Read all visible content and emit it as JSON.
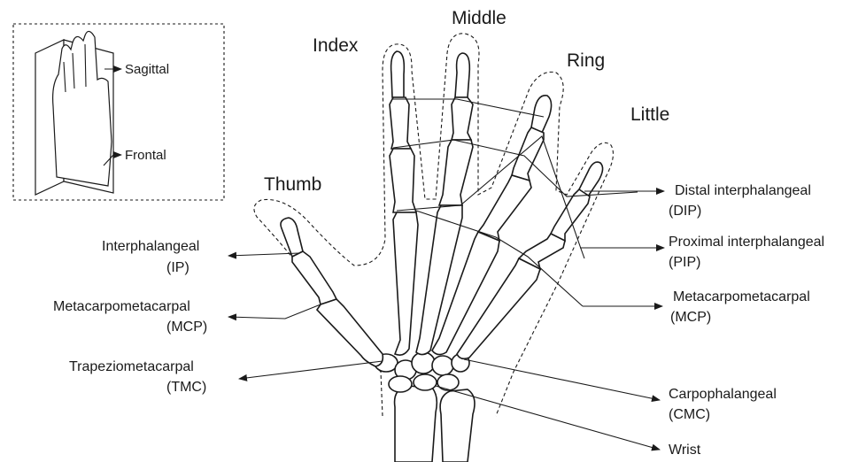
{
  "fingers": {
    "index": "Index",
    "middle": "Middle",
    "ring": "Ring",
    "little": "Little",
    "thumb": "Thumb"
  },
  "inset": {
    "sagittal": "Sagittal",
    "frontal": "Frontal"
  },
  "joints_left": {
    "ip_name": "Interphalangeal",
    "ip_abbr": "(IP)",
    "mcp_name": "Metacarpometacarpal",
    "mcp_abbr": "(MCP)",
    "tmc_name": "Trapeziometacarpal",
    "tmc_abbr": "(TMC)"
  },
  "joints_right": {
    "dip_name": "Distal interphalangeal",
    "dip_abbr": "(DIP)",
    "pip_name": "Proximal interphalangeal",
    "pip_abbr": "(PIP)",
    "mcp_name": "Metacarpometacarpal",
    "mcp_abbr": "(MCP)",
    "cmc_name": "Carpophalangeal",
    "cmc_abbr": "(CMC)",
    "wrist": "Wrist"
  }
}
